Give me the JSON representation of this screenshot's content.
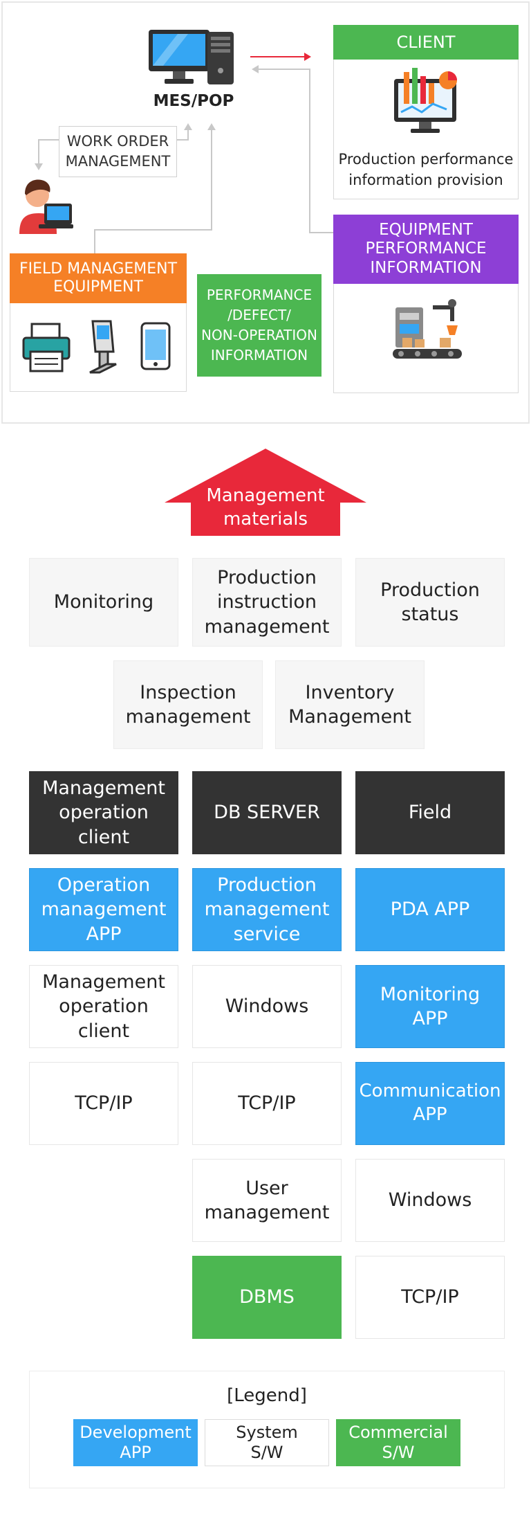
{
  "colors": {
    "client_green": "#4cb751",
    "orange": "#f58026",
    "purple": "#8d3fd6",
    "red_arrow": "#e8283a",
    "blue": "#35a6f3",
    "dark": "#333333",
    "green": "#4cb751"
  },
  "diagram": {
    "mes_label": "MES/POP",
    "work_order": "WORK ORDER\nMANAGEMENT",
    "client_head": "CLIENT",
    "client_text": "Production performance\ninformation provision",
    "equip_head": "EQUIPMENT\nPERFORMANCE\nINFORMATION",
    "field_head": "FIELD MANAGEMENT\nEQUIPMENT",
    "perf_box": "PERFORMANCE\n/DEFECT/\nNON-OPERATION\nINFORMATION",
    "icons": [
      "computer-icon",
      "worker-icon",
      "printer-icon",
      "kiosk-icon",
      "tablet-icon",
      "dashboard-monitor-icon",
      "factory-robot-icon"
    ]
  },
  "management": {
    "arrow_label": "Management\nmaterials",
    "items": [
      "Monitoring",
      "Production\ninstruction\nmanagement",
      "Production\nstatus",
      "Inspection\nmanagement",
      "Inventory\nManagement"
    ]
  },
  "stack": {
    "col1": [
      "Management\noperation\nclient",
      "Operation\nmanagement\nAPP",
      "Management\noperation\nclient",
      "TCP/IP"
    ],
    "col2": [
      "DB SERVER",
      "Production\nmanagement\nservice",
      "Windows",
      "TCP/IP",
      "User\nmanagement",
      "DBMS"
    ],
    "col3": [
      "Field",
      "PDA APP",
      "Monitoring\nAPP",
      "Communication\nAPP",
      "Windows",
      "TCP/IP"
    ]
  },
  "legend": {
    "title": "[Legend]",
    "items": [
      "Development\nAPP",
      "System\nS/W",
      "Commercial\nS/W"
    ]
  }
}
